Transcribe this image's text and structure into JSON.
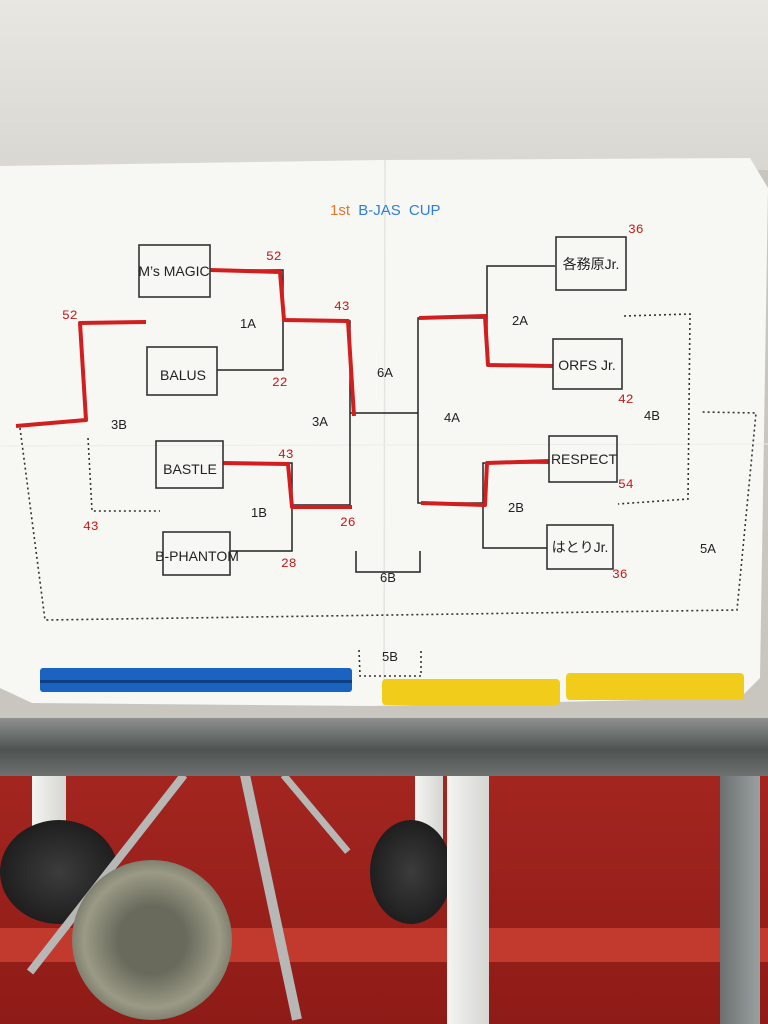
{
  "title": {
    "part1": "1st",
    "part2": "B-JAS",
    "part3": "CUP"
  },
  "teams": [
    "M’s MAGIC",
    "BALUS",
    "BASTLE",
    "B-PHANTOM",
    "各務原Jr.",
    "ORFS Jr.",
    "RESPECT",
    "はとりJr."
  ],
  "games": [
    "1A",
    "1B",
    "2A",
    "2B",
    "3A",
    "3B",
    "4A",
    "4B",
    "5A",
    "5B",
    "6A",
    "6B"
  ],
  "scores": [
    "52",
    "22",
    "43",
    "28",
    "43",
    "26",
    "52",
    "43",
    "36",
    "42",
    "54",
    "36"
  ],
  "colors": {
    "win_line": "#d21e1e",
    "title_orange": "#e3782a",
    "title_blue": "#2e7fd9",
    "blue_magnet": "#1b63c0",
    "yellow_magnet": "#f2cc1a"
  }
}
